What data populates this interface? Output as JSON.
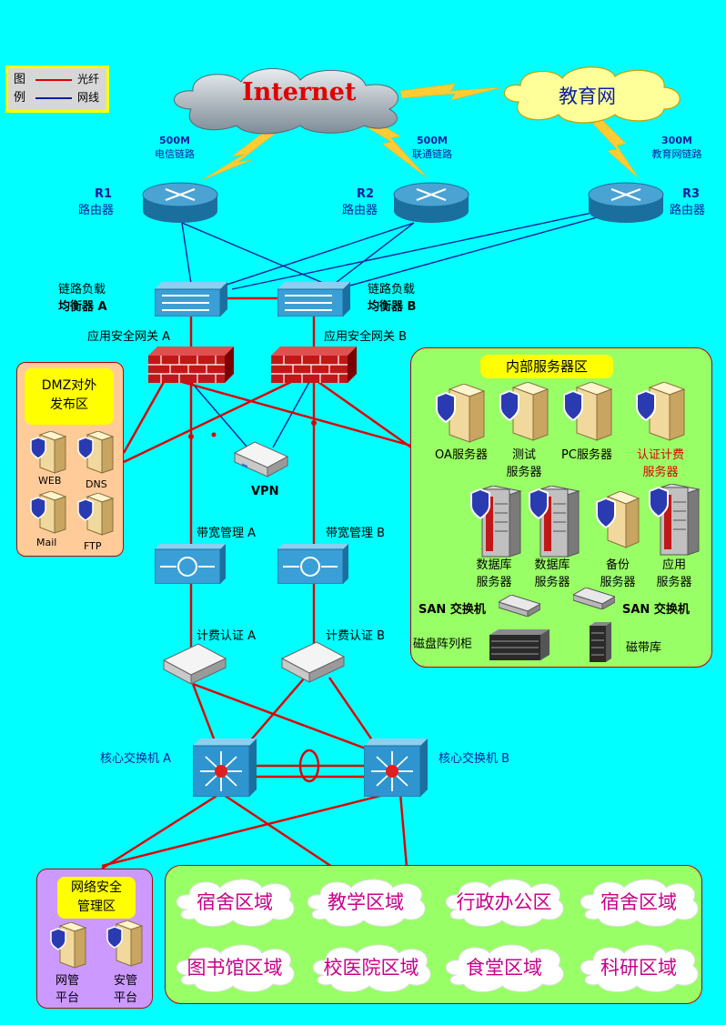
{
  "legend": {
    "title_top": "图",
    "title_bottom": "例",
    "fiber": "光纤",
    "cable": "网线",
    "colors": {
      "fiber": "#e00000",
      "cable": "#0a1fa0"
    }
  },
  "internet": {
    "label": "Internet"
  },
  "edu_net": {
    "label": "教育网"
  },
  "links": {
    "telecom": {
      "speed": "500M",
      "name": "电信链路"
    },
    "unicom": {
      "speed": "500M",
      "name": "联通链路"
    },
    "edu": {
      "speed": "300M",
      "name": "教育网链路"
    }
  },
  "routers": [
    {
      "id": "R1",
      "label": "路由器"
    },
    {
      "id": "R2",
      "label": "路由器"
    },
    {
      "id": "R3",
      "label": "路由器"
    }
  ],
  "load_balancers": {
    "a_line1": "链路负载",
    "a_line2": "均衡器 A",
    "b_line1": "链路负载",
    "b_line2": "均衡器 B"
  },
  "gateways": {
    "a": "应用安全网关 A",
    "b": "应用安全网关 B"
  },
  "vpn": "VPN",
  "dmz": {
    "title_line1": "DMZ对外",
    "title_line2": "发布区",
    "servers": [
      "WEB",
      "DNS",
      "Mail",
      "FTP"
    ]
  },
  "inner_zone": {
    "title": "内部服务器区",
    "row1": [
      {
        "line1": "OA服务器",
        "line2": ""
      },
      {
        "line1": "测试",
        "line2": "服务器"
      },
      {
        "line1": "PC服务器",
        "line2": ""
      },
      {
        "line1": "认证计费",
        "line2": "服务器"
      }
    ],
    "row2": [
      {
        "line1": "数据库",
        "line2": "服务器"
      },
      {
        "line1": "数据库",
        "line2": "服务器"
      },
      {
        "line1": "备份",
        "line2": "服务器"
      },
      {
        "line1": "应用",
        "line2": "服务器"
      }
    ],
    "san_a": "SAN 交换机",
    "san_b": "SAN 交换机",
    "disk_array": "磁盘阵列柜",
    "tape": "磁带库"
  },
  "bandwidth": {
    "a": "带宽管理 A",
    "b": "带宽管理 B"
  },
  "billing": {
    "a": "计费认证 A",
    "b": "计费认证 B"
  },
  "core": {
    "a": "核心交换机 A",
    "b": "核心交换机 B"
  },
  "security_zone": {
    "title_line1": "网络安全",
    "title_line2": "管理区",
    "items": [
      {
        "line1": "网管",
        "line2": "平台"
      },
      {
        "line1": "安管",
        "line2": "平台"
      }
    ]
  },
  "zones": [
    "宿舍区域",
    "教学区域",
    "行政办公区",
    "宿舍区域",
    "图书馆区域",
    "校医院区域",
    "食堂区域",
    "科研区域"
  ]
}
